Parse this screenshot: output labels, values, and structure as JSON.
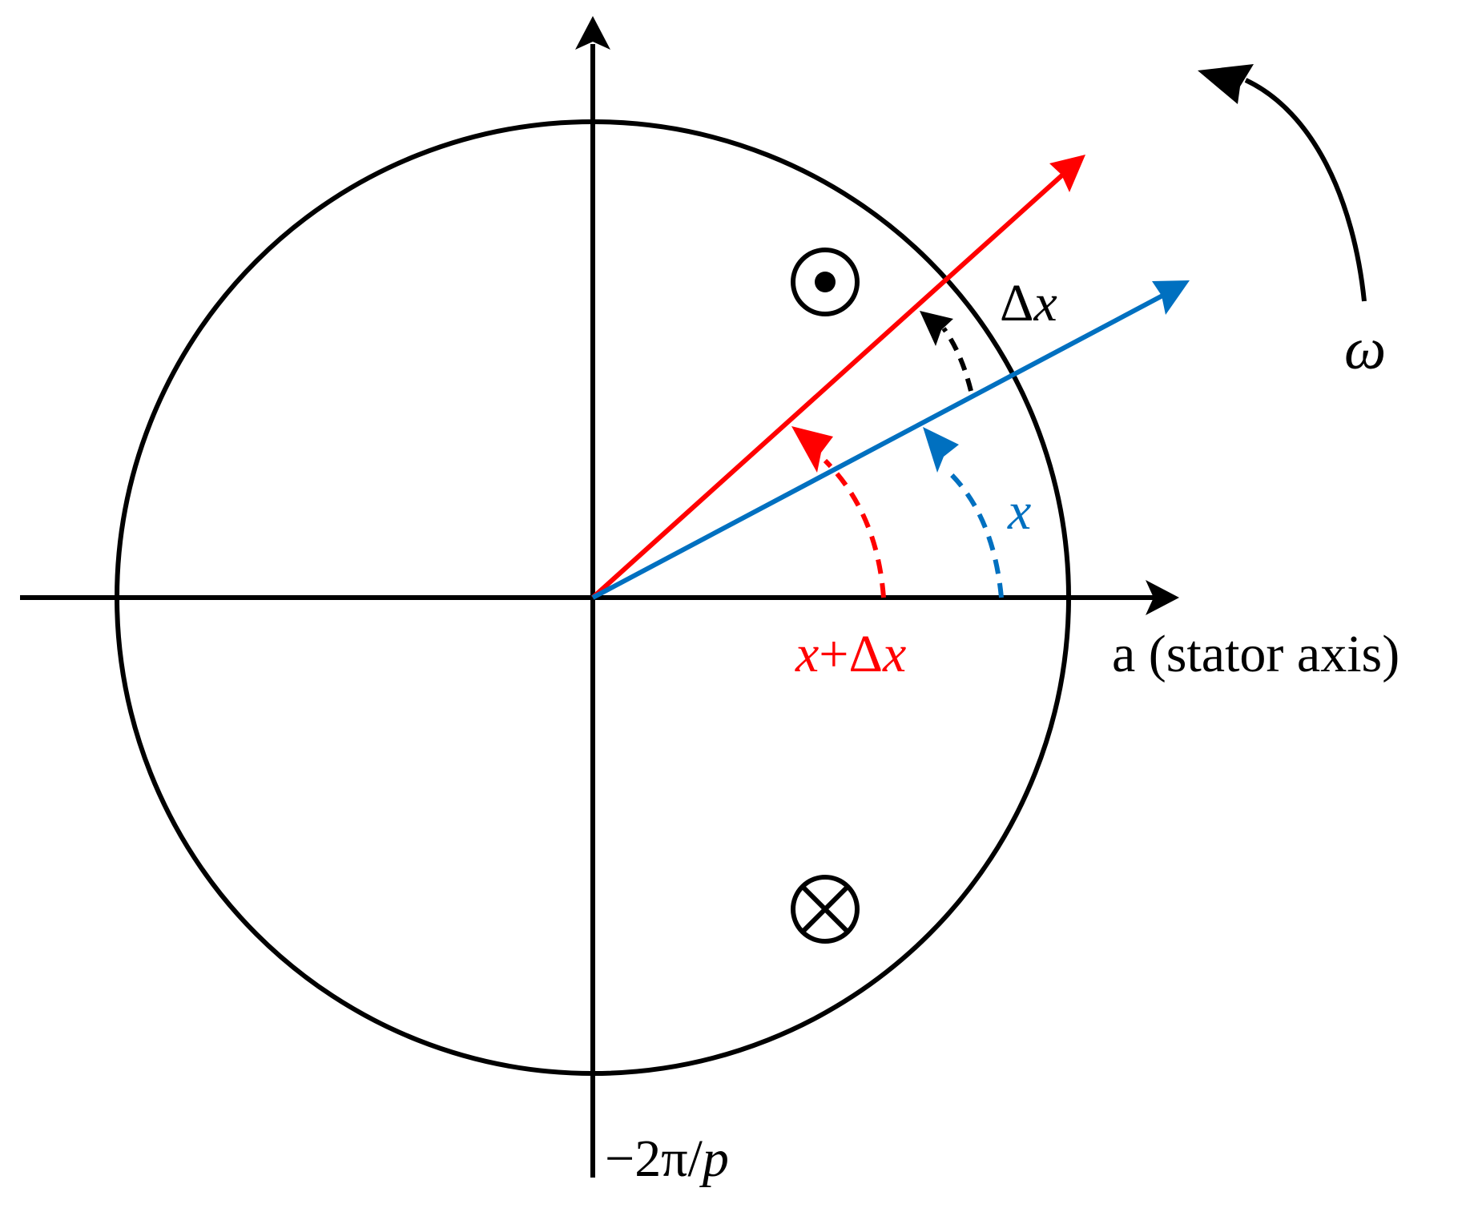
{
  "colors": {
    "ink": "#000000",
    "red": "#ff0000",
    "blue": "#0070c0",
    "background": "#ffffff"
  },
  "labels": {
    "stator_axis": "a (stator axis)",
    "neg_two_pi_over_p": {
      "minus": "−",
      "two_pi": "2π/",
      "p": "p"
    },
    "omega": "ω",
    "delta_x": {
      "delta": "Δ",
      "x": "x"
    },
    "x": "x",
    "x_plus_delta_x": {
      "x": "x",
      "plus": "+",
      "delta": "Δ",
      "x2": "x"
    }
  },
  "icons": {
    "current_out": "dot-in-circle-icon",
    "current_in": "cross-in-circle-icon",
    "rotation": "counterclockwise-arrow-icon"
  }
}
